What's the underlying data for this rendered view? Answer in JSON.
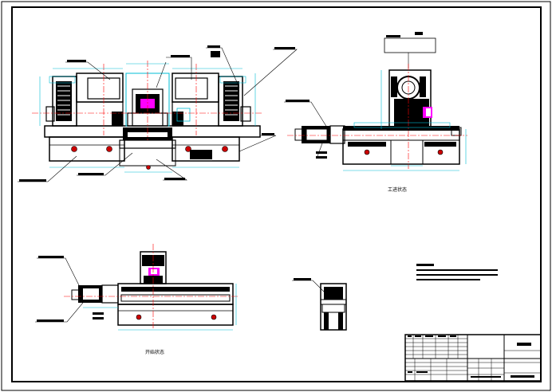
{
  "drawing": {
    "views": [
      {
        "id": "front",
        "caption": ""
      },
      {
        "id": "side",
        "caption": "工进状态"
      },
      {
        "id": "bottom",
        "caption": "开始状态"
      },
      {
        "id": "detail",
        "caption": ""
      }
    ],
    "title_block": {
      "drawing_name": "",
      "drawing_number": ""
    },
    "colors": {
      "line": "#000000",
      "dimension": "#00ffff",
      "centerline": "#ff0000",
      "highlight": "#ff00ff",
      "frame": "#000000"
    }
  }
}
